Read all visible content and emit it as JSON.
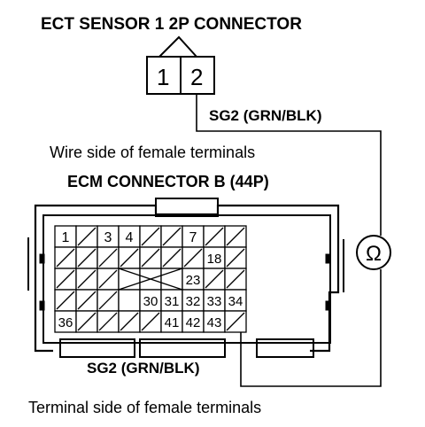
{
  "labels": {
    "sensor_title": "ECT SENSOR 1 2P CONNECTOR",
    "sg2_upper": "SG2 (GRN/BLK)",
    "wire_side": "Wire side of female terminals",
    "ecm_title": "ECM CONNECTOR B (44P)",
    "sg2_lower": "SG2 (GRN/BLK)",
    "terminal_side": "Terminal side of female terminals"
  },
  "sensor_pins": [
    "1",
    "2"
  ],
  "ohmmeter_symbol": "Ω",
  "ecm_terminals": {
    "row1": [
      "1",
      "",
      "3",
      "4",
      "",
      "",
      "7",
      "",
      ""
    ],
    "row2": [
      "",
      "",
      "",
      "",
      "",
      "",
      "",
      "18",
      ""
    ],
    "row3": [
      "",
      "",
      "",
      "",
      "",
      "",
      "23",
      "",
      ""
    ],
    "row4": [
      "",
      "",
      "",
      "",
      "30",
      "31",
      "32",
      "33",
      "34"
    ],
    "row5": [
      "36",
      "",
      "",
      "",
      "",
      "41",
      "42",
      "43",
      ""
    ]
  }
}
